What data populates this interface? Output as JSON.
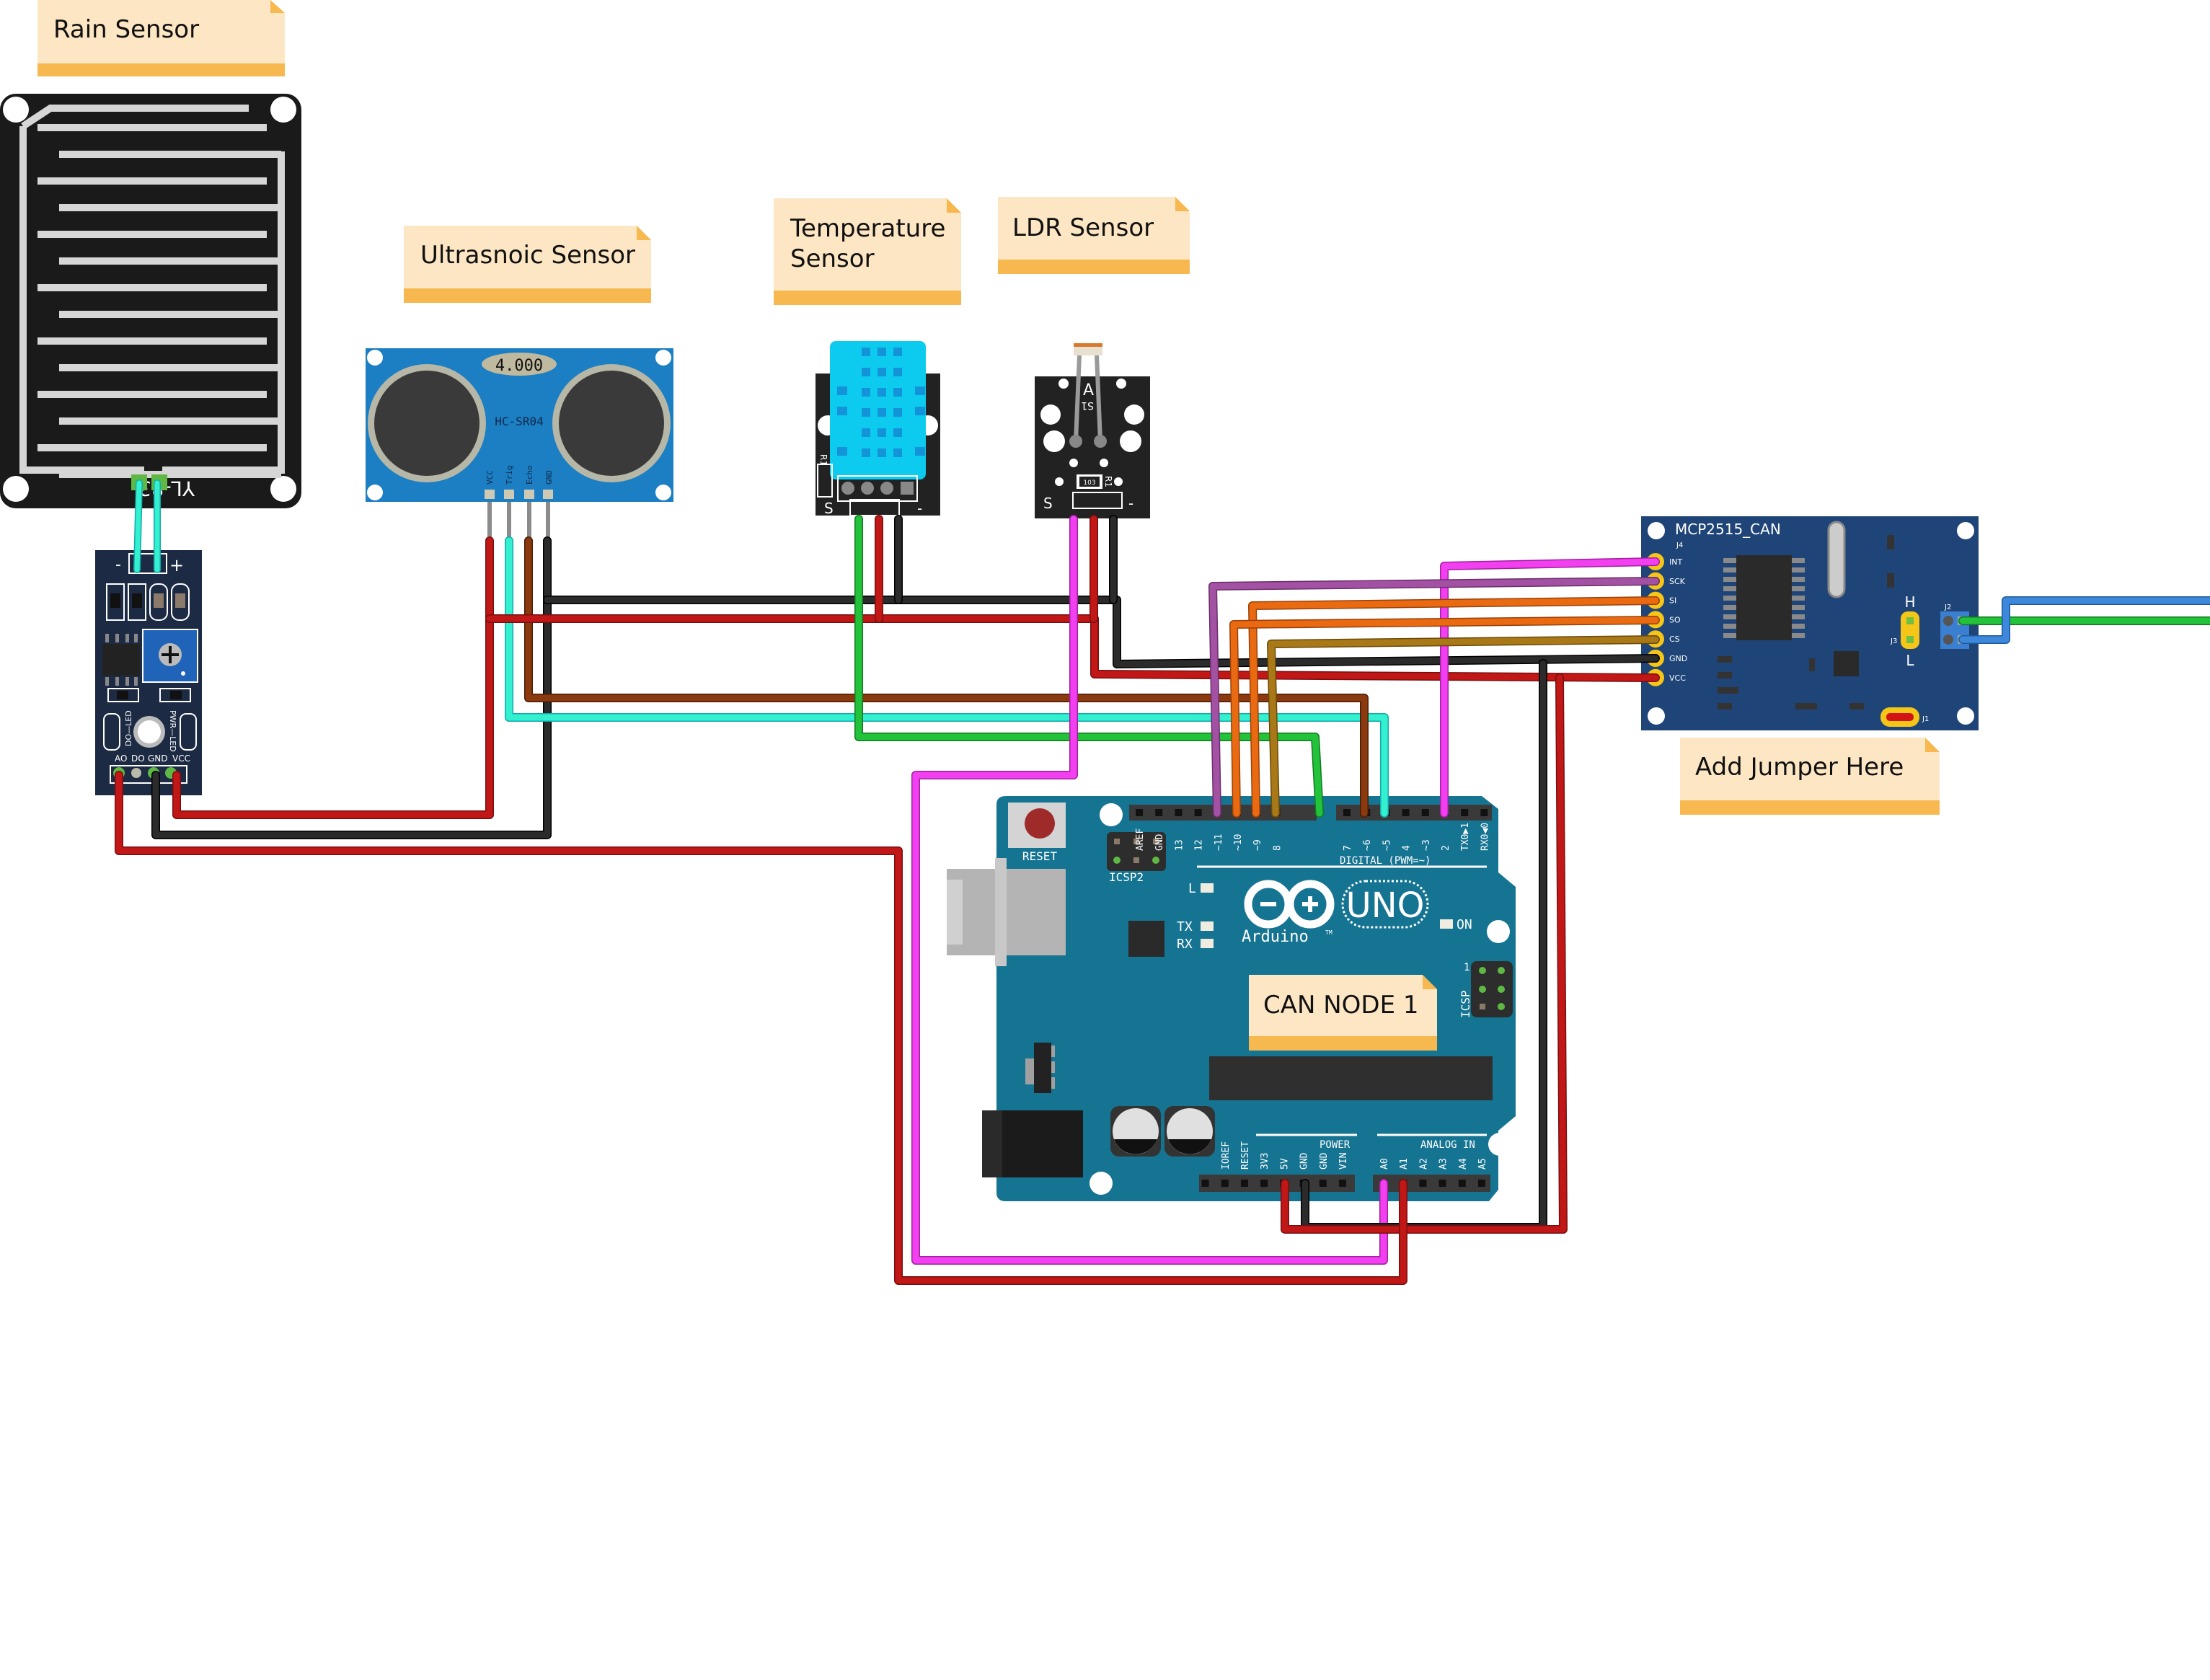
{
  "title": "CAN Node 1 Sensor Wiring",
  "notes": {
    "rain": "Rain Sensor",
    "ultrasonic": "Ultrasnoic Sensor",
    "temperature_line1": "Temperature",
    "temperature_line2": "Sensor",
    "ldr": "LDR Sensor",
    "jumper": "Add Jumper Here",
    "node": "CAN NODE 1"
  },
  "rain_board": {
    "model": "YL-83"
  },
  "rain_module": {
    "header_minus": "-",
    "header_plus": "+",
    "label_do_led": "DO—LED",
    "label_pwr_led": "PWR—LED",
    "pins": [
      "AO",
      "DO",
      "GND",
      "VCC"
    ]
  },
  "ultrasonic": {
    "model": "HC-SR04",
    "crystal": "4.000",
    "pins": [
      "VCC",
      "Trig",
      "Echo",
      "GND"
    ]
  },
  "dht": {
    "label_s": "S",
    "label_minus": "-",
    "label_r1": "R1"
  },
  "ldr_module": {
    "label_s": "S",
    "label_minus": "-",
    "label_a": "A",
    "label_s1": "S1",
    "resistor": "103",
    "label_r1": "R1"
  },
  "mcp2515": {
    "title": "MCP2515_CAN",
    "j4": "J4",
    "pins": [
      "INT",
      "SCK",
      "SI",
      "SO",
      "CS",
      "GND",
      "VCC"
    ],
    "h": "H",
    "l": "L",
    "j3": "J3",
    "j2": "J2",
    "j1": "J1"
  },
  "arduino": {
    "reset": "RESET",
    "icsp2": "ICSP2",
    "icsp": "ICSP",
    "icsp_pin1": "1",
    "led_l": "L",
    "led_tx": "TX",
    "led_rx": "RX",
    "led_on": "ON",
    "logo_word": "Arduino",
    "tm": "TM",
    "uno": "UNO",
    "digital_label": "DIGITAL (PWM=~)",
    "digital_pins_left": [
      "AREF",
      "GND",
      "13",
      "12",
      "~11",
      "~10",
      "~9",
      "8"
    ],
    "digital_pins_right": [
      "7",
      "~6",
      "~5",
      "4",
      "~3",
      "2",
      "TX0▶1",
      "RX0◀0"
    ],
    "power_label": "POWER",
    "power_pins": [
      "IOREF",
      "RESET",
      "3V3",
      "5V",
      "GND",
      "GND",
      "VIN"
    ],
    "analog_label": "ANALOG IN",
    "analog_pins": [
      "A0",
      "A1",
      "A2",
      "A3",
      "A4",
      "A5"
    ]
  },
  "colors": {
    "note_bg": "#fde6c4",
    "note_bar": "#f7b84f",
    "arduino_teal": "#167493",
    "mcp_blue": "#1f4478",
    "hcsr04_blue": "#1c7ec3",
    "rain_module_navy": "#1d2a44",
    "wire_red": "#c11717",
    "wire_black": "#2b2b2b",
    "wire_brown": "#8a3a0e",
    "wire_cyan": "#33f0d0",
    "wire_green": "#22c23a",
    "wire_magenta": "#f23ff0",
    "wire_purple": "#a352a3",
    "wire_orange": "#ea6a12",
    "wire_olive": "#a97817",
    "wire_blue": "#3e88dc"
  },
  "wires": [
    {
      "name": "rain-probe-minus",
      "color": "cyan",
      "from": "YL-83 pad 1",
      "to": "Rain module -"
    },
    {
      "name": "rain-probe-plus",
      "color": "cyan",
      "from": "YL-83 pad 2",
      "to": "Rain module +"
    },
    {
      "name": "rain-vcc",
      "color": "red",
      "from": "Rain module VCC",
      "to": "HC-SR04 VCC bus"
    },
    {
      "name": "rain-gnd",
      "color": "black",
      "from": "Rain module GND",
      "to": "HC-SR04 GND bus"
    },
    {
      "name": "rain-ao",
      "color": "red",
      "from": "Rain module AO",
      "to": "Arduino A1"
    },
    {
      "name": "us-trig",
      "color": "cyan",
      "from": "HC-SR04 Trig",
      "to": "Arduino 5"
    },
    {
      "name": "us-echo",
      "color": "brown",
      "from": "HC-SR04 Echo",
      "to": "Arduino 6"
    },
    {
      "name": "dht-signal",
      "color": "green",
      "from": "DHT S",
      "to": "Arduino 8"
    },
    {
      "name": "ldr-signal",
      "color": "magenta",
      "from": "LDR S",
      "to": "Arduino A0"
    },
    {
      "name": "mcp-int",
      "color": "magenta",
      "from": "MCP INT",
      "to": "Arduino 2"
    },
    {
      "name": "mcp-sck",
      "color": "purple",
      "from": "MCP SCK",
      "to": "Arduino 13"
    },
    {
      "name": "mcp-si",
      "color": "orange",
      "from": "MCP SI",
      "to": "Arduino 11"
    },
    {
      "name": "mcp-so",
      "color": "orange",
      "from": "MCP SO",
      "to": "Arduino 12"
    },
    {
      "name": "mcp-cs",
      "color": "olive",
      "from": "MCP CS",
      "to": "Arduino 10"
    },
    {
      "name": "mcp-gnd",
      "color": "black",
      "from": "MCP GND",
      "to": "Arduino GND"
    },
    {
      "name": "mcp-vcc",
      "color": "red",
      "from": "MCP VCC",
      "to": "Arduino 5V"
    },
    {
      "name": "can-h",
      "color": "green",
      "from": "J2 H",
      "to": "off-canvas"
    },
    {
      "name": "can-l",
      "color": "blue",
      "from": "J2 L",
      "to": "off-canvas"
    }
  ]
}
